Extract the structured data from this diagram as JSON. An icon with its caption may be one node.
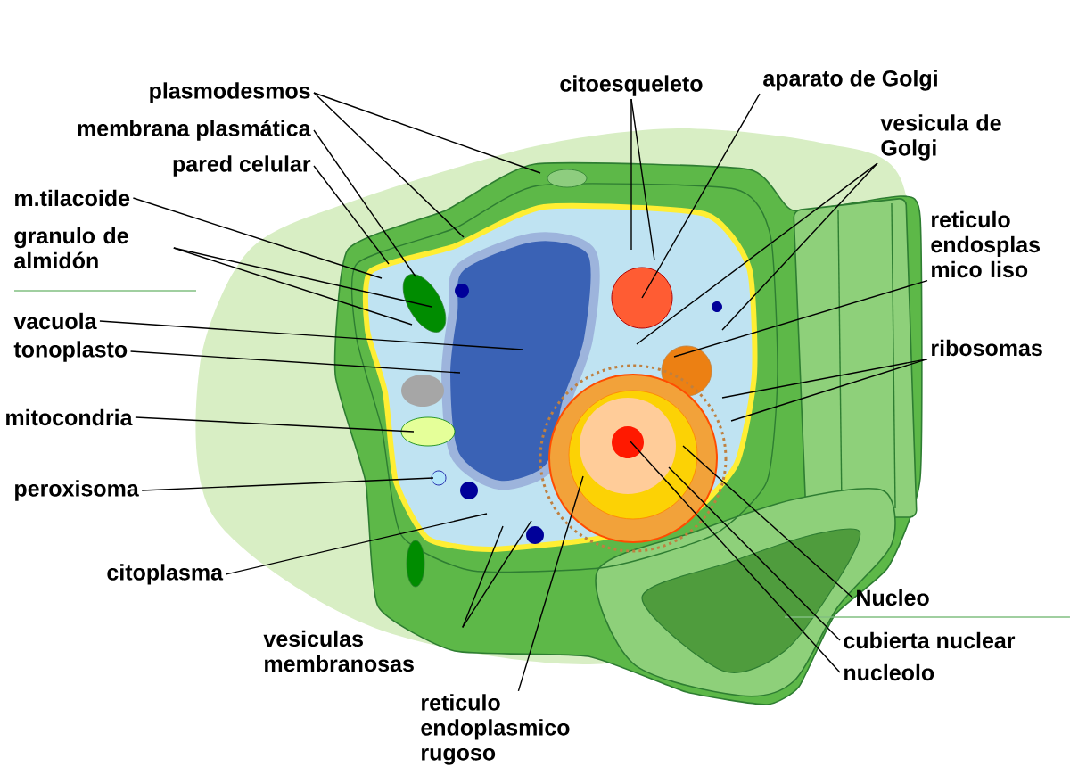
{
  "diagram": {
    "nodes": [
      {
        "text": [
          "plasmodesmos"
        ]
      },
      {
        "text": [
          "membrana plasmática"
        ]
      },
      {
        "text": [
          "pared celular"
        ]
      },
      {
        "text": [
          "citoesqueleto"
        ]
      },
      {
        "text": [
          "aparato de Golgi"
        ]
      },
      {
        "text": [
          "vesicula de Golgi"
        ]
      },
      {
        "text": [
          "m.tilacoide"
        ]
      },
      {
        "text": [
          "granulo de almidón"
        ]
      },
      {
        "text": [
          "reticulo endosplas mico liso"
        ]
      },
      {
        "text": [
          "vacuola"
        ]
      },
      {
        "text": [
          "tonoplasto"
        ]
      },
      {
        "text": [
          "ribosomas"
        ]
      },
      {
        "text": [
          "mitocondria"
        ]
      },
      {
        "text": [
          "peroxisoma"
        ]
      },
      {
        "text": [
          "citoplasma"
        ]
      },
      {
        "text": [
          "Nucleo"
        ]
      },
      {
        "text": [
          "cubierta nuclear"
        ]
      },
      {
        "text": [
          "vesiculas membranosas"
        ]
      },
      {
        "text": [
          "nucleolo"
        ]
      },
      {
        "text": [
          "reticulo endoplasmico rugoso"
        ]
      }
    ],
    "edges": [
      {
        "from": 0,
        "to": null,
        "arrow": "none"
      },
      {
        "from": 0,
        "to": null,
        "arrow": "none"
      },
      {
        "from": 1,
        "to": null,
        "arrow": "none"
      },
      {
        "from": 2,
        "to": null,
        "arrow": "none"
      },
      {
        "from": 3,
        "to": null,
        "arrow": "none"
      },
      {
        "from": 3,
        "to": null,
        "arrow": "none"
      },
      {
        "from": 4,
        "to": null,
        "arrow": "none"
      },
      {
        "from": 5,
        "to": null,
        "arrow": "none"
      },
      {
        "from": 5,
        "to": null,
        "arrow": "none"
      },
      {
        "from": 6,
        "to": null,
        "arrow": "none"
      },
      {
        "from": 7,
        "to": null,
        "arrow": "none"
      },
      {
        "from": 7,
        "to": null,
        "arrow": "none"
      },
      {
        "from": 8,
        "to": null,
        "arrow": "none"
      },
      {
        "from": 9,
        "to": null,
        "arrow": "none"
      },
      {
        "from": 10,
        "to": null,
        "arrow": "none"
      },
      {
        "from": 11,
        "to": null,
        "arrow": "none"
      },
      {
        "from": 11,
        "to": null,
        "arrow": "none"
      },
      {
        "from": 12,
        "to": null,
        "arrow": "none"
      },
      {
        "from": 13,
        "to": null,
        "arrow": "none"
      },
      {
        "from": 14,
        "to": null,
        "arrow": "none"
      },
      {
        "from": 15,
        "to": null,
        "arrow": "none"
      },
      {
        "from": 16,
        "to": null,
        "arrow": "none"
      },
      {
        "from": 17,
        "to": null,
        "arrow": "none"
      },
      {
        "from": 17,
        "to": null,
        "arrow": "none"
      },
      {
        "from": 18,
        "to": null,
        "arrow": "none"
      },
      {
        "from": 19,
        "to": null,
        "arrow": "none"
      }
    ]
  }
}
